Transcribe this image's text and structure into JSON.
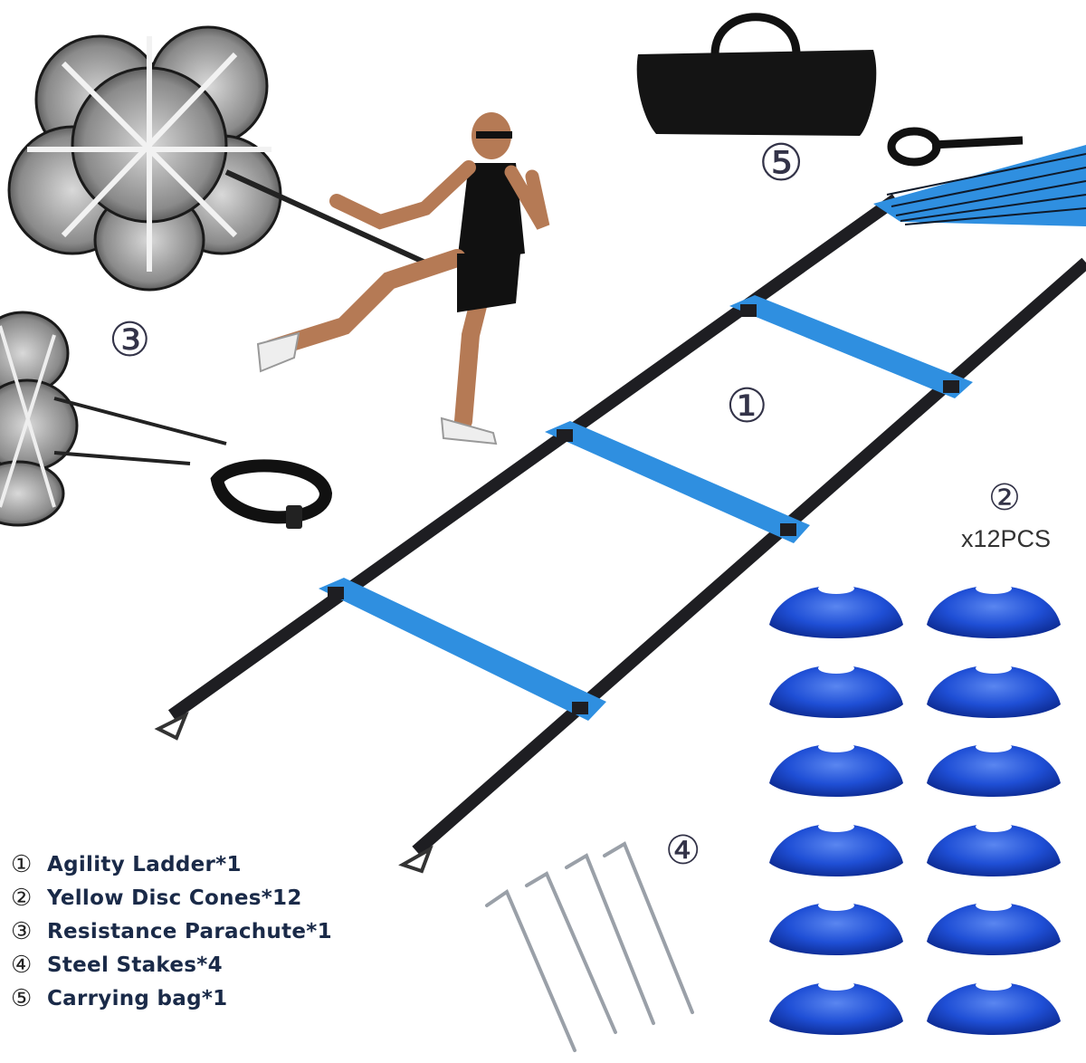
{
  "product_labels": {
    "agility_ladder": "①",
    "disc_cones": "②",
    "parachute": "③",
    "stakes": "④",
    "carrying_bag": "⑤"
  },
  "cone_count_label": "x12PCS",
  "legend": [
    {
      "num": "①",
      "text": "Agility Ladder*1"
    },
    {
      "num": "②",
      "text": "Yellow Disc Cones*12"
    },
    {
      "num": "③",
      "text": "Resistance Parachute*1"
    },
    {
      "num": "④",
      "text": "Steel Stakes*4"
    },
    {
      "num": "⑤",
      "text": "Carrying bag*1"
    }
  ],
  "colors": {
    "ladder_rung": "#2f8fe0",
    "ladder_strap": "#1e1e22",
    "cone": "#1f4fd6",
    "parachute": "#8c8c8c",
    "bag": "#111111",
    "legend_text": "#1a2a48"
  }
}
